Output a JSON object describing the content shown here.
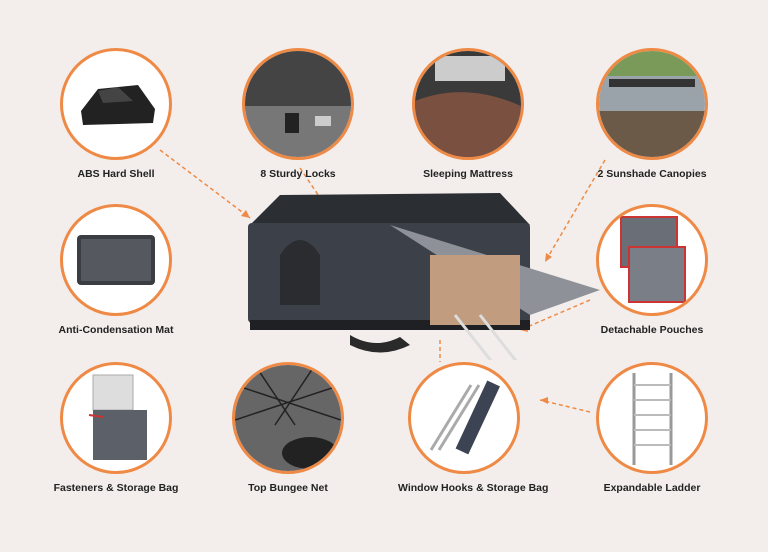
{
  "features": [
    {
      "label": "ABS Hard Shell",
      "icon": "hard-shell-icon"
    },
    {
      "label": "8 Sturdy Locks",
      "icon": "lock-icon"
    },
    {
      "label": "Sleeping Mattress",
      "icon": "mattress-icon"
    },
    {
      "label": "2 Sunshade Canopies",
      "icon": "canopy-icon"
    },
    {
      "label": "Anti-Condensation Mat",
      "icon": "mat-icon"
    },
    {
      "label": "Detachable Pouches",
      "icon": "pouch-icon"
    },
    {
      "label": "Fasteners & Storage Bag",
      "icon": "fastener-bag-icon"
    },
    {
      "label": "Top Bungee Net",
      "icon": "bungee-net-icon"
    },
    {
      "label": "Window Hooks & Storage Bag",
      "icon": "window-hooks-icon"
    },
    {
      "label": "Expandable Ladder",
      "icon": "ladder-icon"
    }
  ],
  "colors": {
    "accent": "#ee8a45",
    "background": "#f3eeeb",
    "text": "#222222"
  }
}
